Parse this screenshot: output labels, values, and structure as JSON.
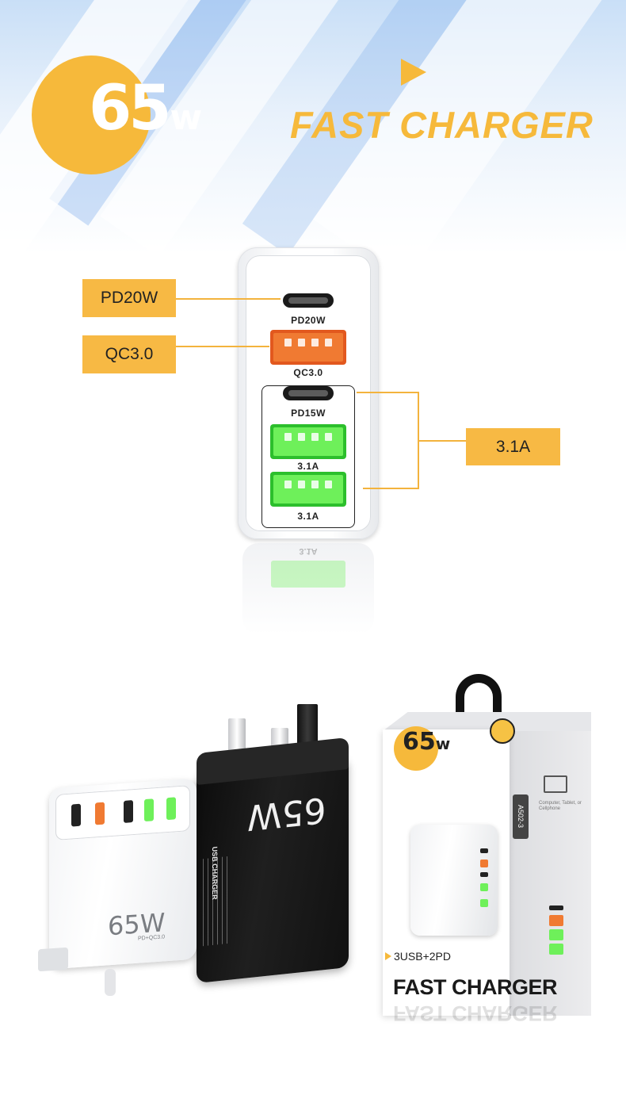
{
  "hero": {
    "badge_number": "65",
    "badge_unit": "w",
    "title": "FAST CHARGER"
  },
  "ports": {
    "top_c_label": "PD20W",
    "qc_label": "QC3.0",
    "mid_c_label": "PD15W",
    "usb_a1_label": "3.1A",
    "usb_a2_label": "3.1A",
    "reflection_label": "3.1A"
  },
  "callouts": {
    "pd": "PD20W",
    "qc": "QC3.0",
    "group": "3.1A"
  },
  "product_photo": {
    "white_label": "65W",
    "white_sublabel": "PD+QC3.0",
    "black_label": "65W",
    "black_usb_text": "USB CHARGER"
  },
  "package": {
    "badge_number": "65",
    "badge_unit": "w",
    "model": "A502-3",
    "promo": "3USB+2PD",
    "title": "FAST CHARGER",
    "device_caption": "Computer, Tablet, or Cellphone"
  },
  "colors": {
    "accent_yellow": "#f6b93b",
    "callout_fill": "#f7b944",
    "port_orange": "#f07a32",
    "port_green": "#6ef05a"
  }
}
